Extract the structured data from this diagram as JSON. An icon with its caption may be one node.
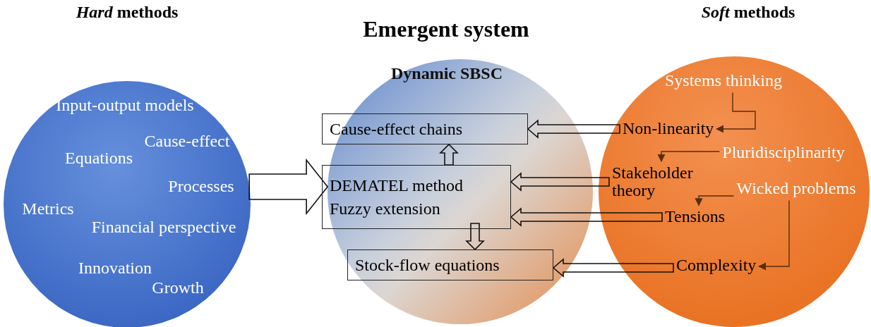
{
  "diagram": {
    "title": "Emergent system",
    "nodes": [
      {
        "text": [
          "*Hard* methods",
          "Input-output models",
          "Cause-effect",
          "Equations",
          "Processes",
          "Metrics",
          "Financial perspective",
          "Innovation",
          "Growth"
        ]
      },
      {
        "text": [
          "Dynamic SBSC"
        ]
      },
      {
        "text": [
          "Cause-effect chains"
        ],
        "in": 1
      },
      {
        "text": [
          "DEMATEL method",
          "Fuzzy extension"
        ],
        "in": 1
      },
      {
        "text": [
          "Stock-flow equations"
        ],
        "in": 1
      },
      {
        "text": [
          "*Soft* methods"
        ]
      },
      {
        "text": [
          "Systems thinking"
        ],
        "in": 5
      },
      {
        "text": [
          "Non-linearity"
        ],
        "in": 5
      },
      {
        "text": [
          "Pluridisciplinarity"
        ],
        "in": 5
      },
      {
        "text": [
          "Stakeholder theory"
        ],
        "in": 5
      },
      {
        "text": [
          "Wicked problems"
        ],
        "in": 5
      },
      {
        "text": [
          "Tensions"
        ],
        "in": 5
      },
      {
        "text": [
          "Complexity"
        ],
        "in": 5
      }
    ],
    "edges": [
      {
        "from": 0,
        "to": 1,
        "arrow": "to",
        "style": "thick"
      },
      {
        "from": 3,
        "to": 2,
        "arrow": "to",
        "style": "thick"
      },
      {
        "from": 3,
        "to": 4,
        "arrow": "to",
        "style": "thick"
      },
      {
        "from": 7,
        "to": 2,
        "arrow": "to",
        "style": "thick"
      },
      {
        "from": 9,
        "to": 3,
        "arrow": "to",
        "style": "thick"
      },
      {
        "from": 11,
        "to": 3,
        "arrow": "to",
        "style": "thick"
      },
      {
        "from": 12,
        "to": 4,
        "arrow": "to",
        "style": "thick"
      },
      {
        "from": 6,
        "to": 7,
        "arrow": "to",
        "color": "#5a2d0c"
      },
      {
        "from": 8,
        "to": 9,
        "arrow": "to",
        "color": "#5a2d0c"
      },
      {
        "from": 10,
        "to": 11,
        "arrow": "to",
        "color": "#5a2d0c"
      },
      {
        "from": 10,
        "to": 12,
        "arrow": "to",
        "color": "#5a2d0c"
      }
    ]
  }
}
